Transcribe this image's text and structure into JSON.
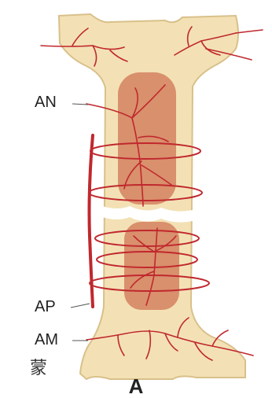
{
  "labels": {
    "an": "AN",
    "ap": "AP",
    "am": "AM",
    "panel": "A",
    "corner_char": "蒙"
  },
  "colors": {
    "bone": "#F3E1B5",
    "bone_outline": "#D9C08A",
    "marrow": "#D9906C",
    "vessel": "#C0282E",
    "vessel_light": "#D8484A",
    "text": "#222222",
    "background": "#FFFFFF"
  }
}
